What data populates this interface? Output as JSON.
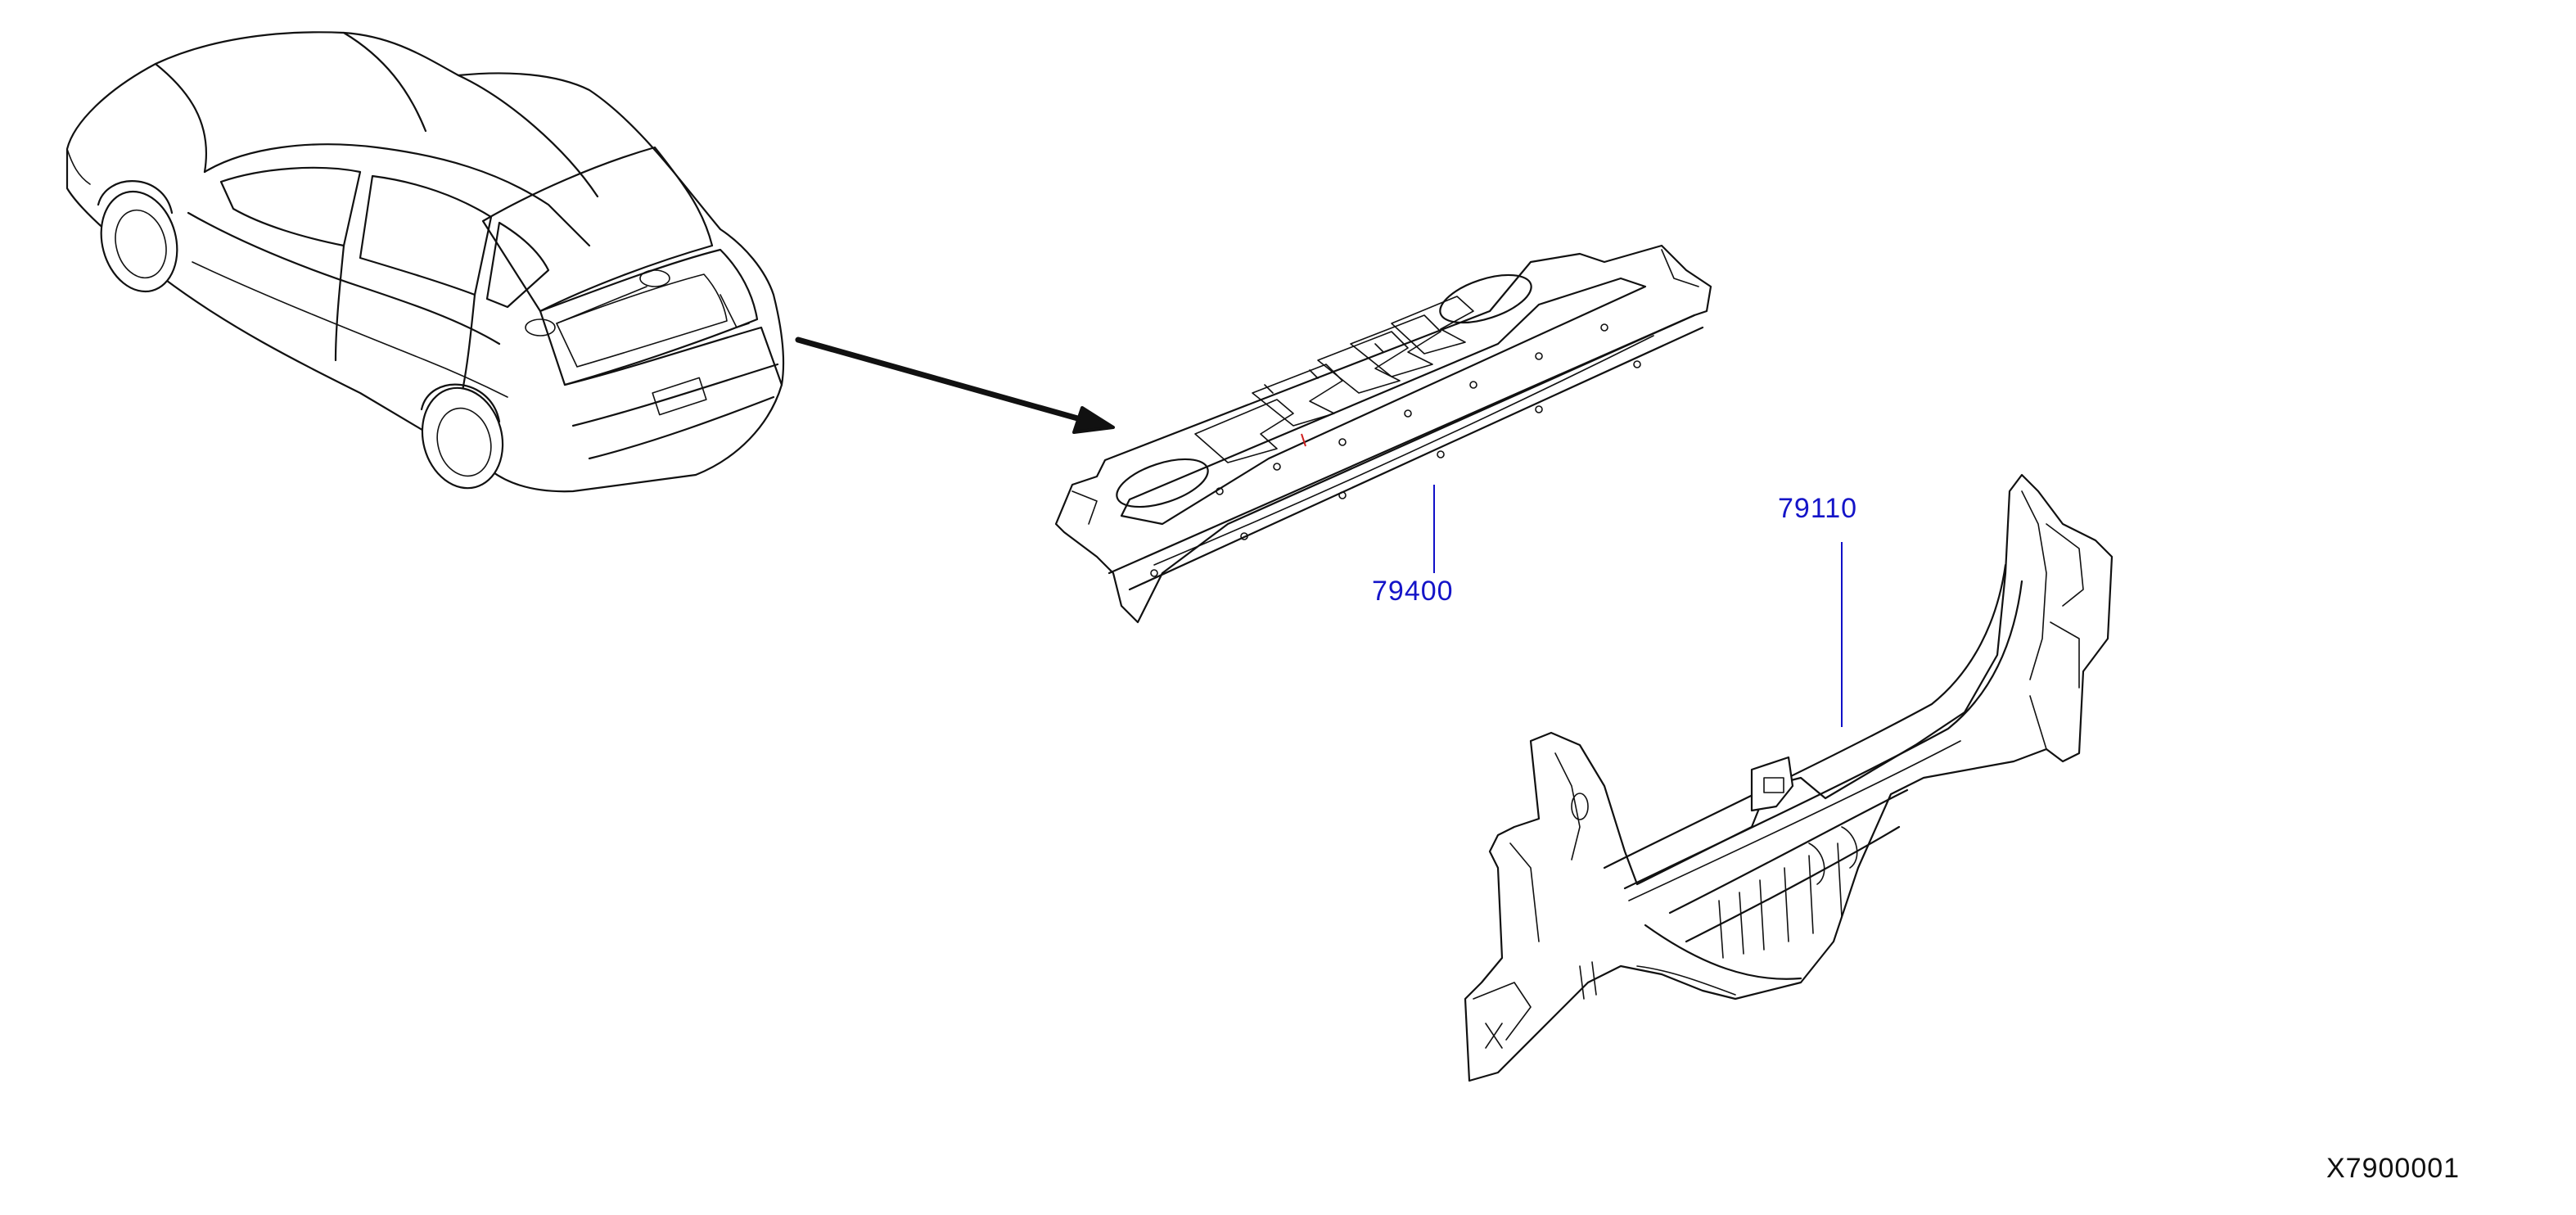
{
  "callouts": [
    {
      "id": "79400",
      "label": "79400"
    },
    {
      "id": "79110",
      "label": "79110"
    }
  ],
  "figure_code": "X7900001",
  "colors": {
    "callout_text": "#1414c8",
    "leader_line": "#1010c8",
    "ink": "#111111",
    "background": "#ffffff"
  }
}
